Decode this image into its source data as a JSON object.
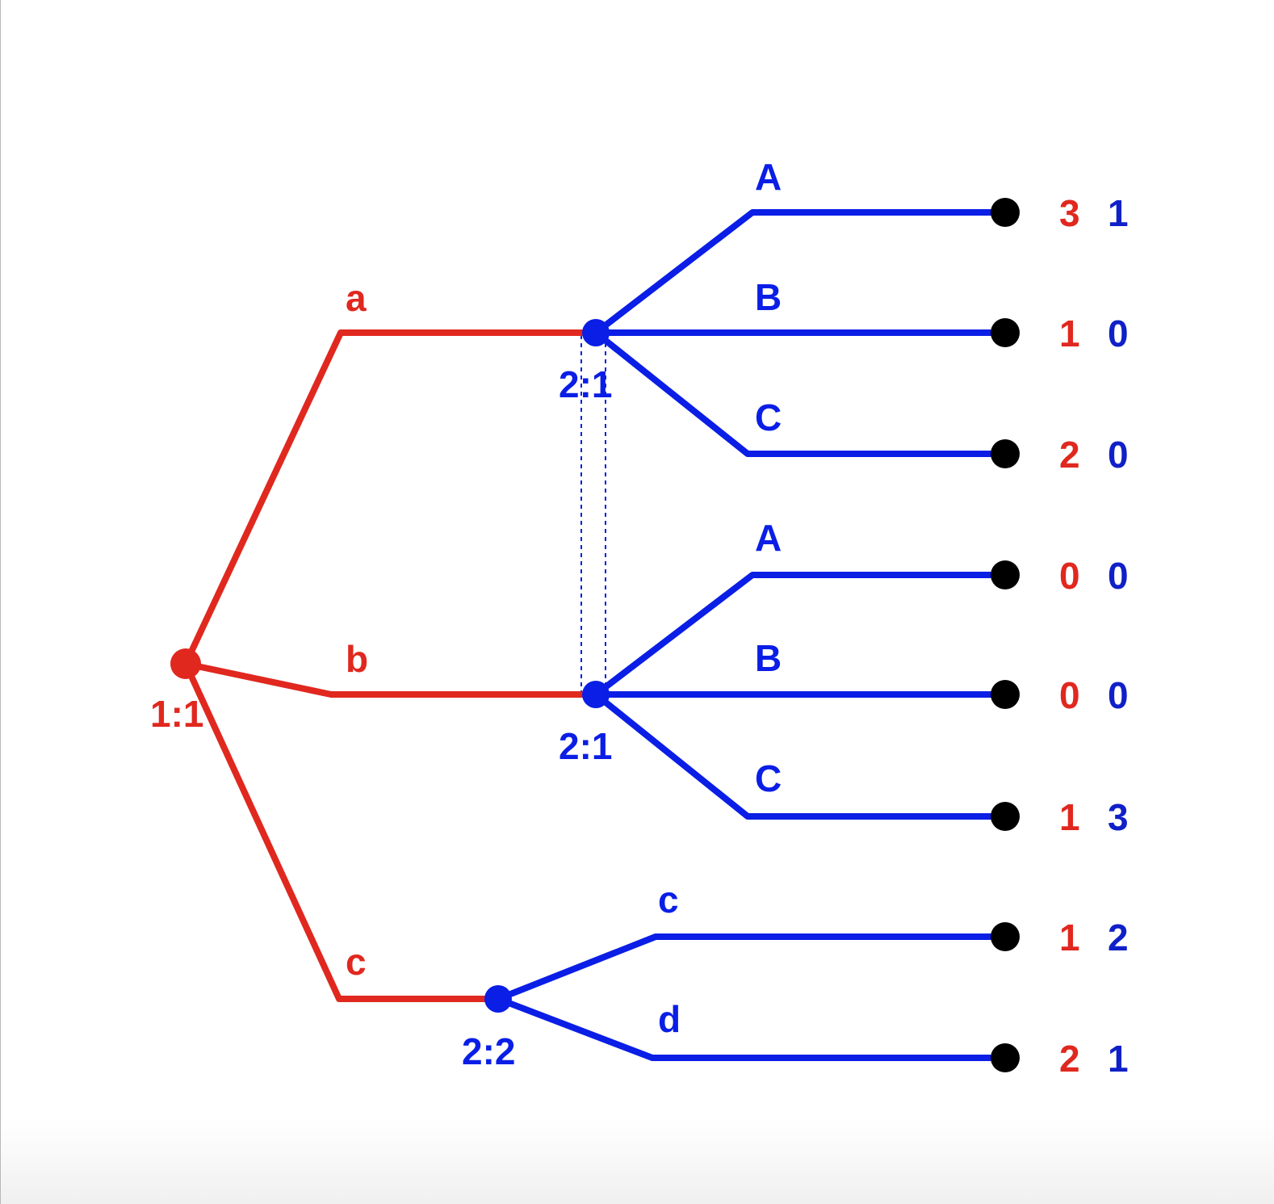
{
  "colors": {
    "player1": "#e0281f",
    "player2": "#0a1ee6",
    "terminal": "#000000",
    "background": "#ffffff"
  },
  "game_tree": {
    "root": {
      "id": "1:1",
      "label": "1:1",
      "player": 1
    },
    "player1_actions": [
      {
        "label": "a",
        "to": "2:1"
      },
      {
        "label": "b",
        "to": "2:1"
      },
      {
        "label": "c",
        "to": "2:2"
      }
    ],
    "nodes": [
      {
        "id": "n_a",
        "label": "2:1",
        "player": 2,
        "info_set": "2:1"
      },
      {
        "id": "n_b",
        "label": "2:1",
        "player": 2,
        "info_set": "2:1"
      },
      {
        "id": "n_c",
        "label": "2:2",
        "player": 2,
        "info_set": "2:2"
      }
    ],
    "player2_actions": {
      "after_a": [
        "A",
        "B",
        "C"
      ],
      "after_b": [
        "A",
        "B",
        "C"
      ],
      "after_c": [
        "c",
        "d"
      ]
    },
    "payoffs": [
      {
        "path": "a-A",
        "p1": "3",
        "p2": "1"
      },
      {
        "path": "a-B",
        "p1": "1",
        "p2": "0"
      },
      {
        "path": "a-C",
        "p1": "2",
        "p2": "0"
      },
      {
        "path": "b-A",
        "p1": "0",
        "p2": "0"
      },
      {
        "path": "b-B",
        "p1": "0",
        "p2": "0"
      },
      {
        "path": "b-C",
        "p1": "1",
        "p2": "3"
      },
      {
        "path": "c-c",
        "p1": "1",
        "p2": "2"
      },
      {
        "path": "c-d",
        "p1": "2",
        "p2": "1"
      }
    ]
  }
}
